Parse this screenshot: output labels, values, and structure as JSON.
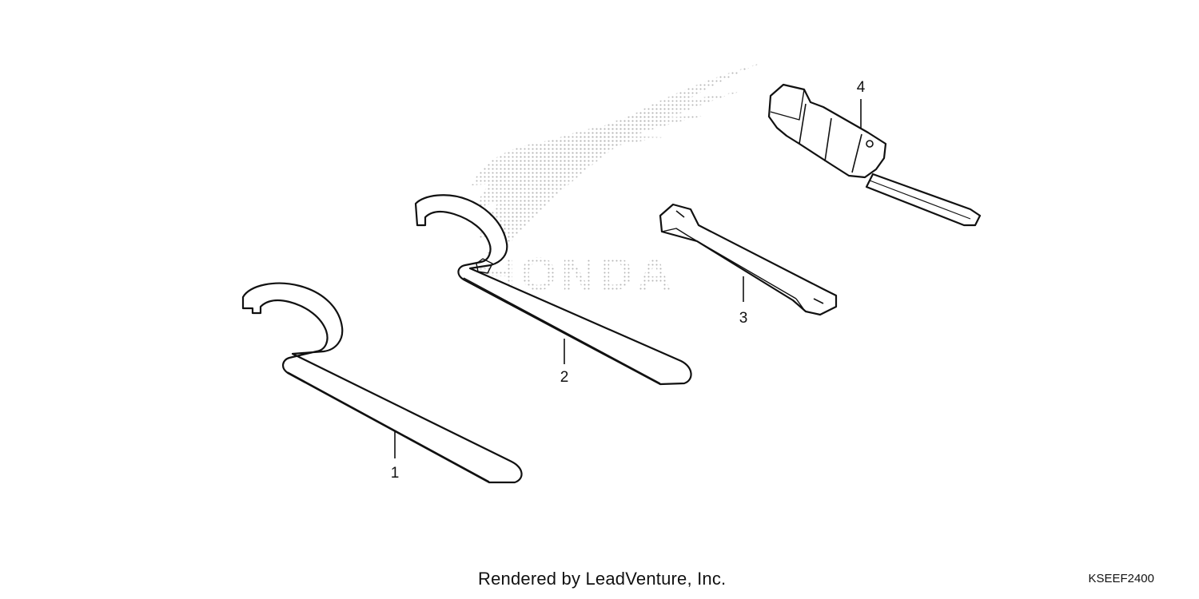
{
  "watermark": {
    "brand_text": "HONDA",
    "logo_icon": "honda-wing-logo"
  },
  "parts": [
    {
      "ref": "1",
      "icon": "hook-spanner-wrench-large"
    },
    {
      "ref": "2",
      "icon": "hook-spanner-wrench-small"
    },
    {
      "ref": "3",
      "icon": "double-end-box-wrench"
    },
    {
      "ref": "4",
      "icon": "spark-plug-socket-wrench"
    }
  ],
  "footer": {
    "credit": "Rendered by LeadVenture, Inc.",
    "diagram_code": "KSEEF2400"
  },
  "colors": {
    "line": "#111111",
    "watermark": "#b5b5b5",
    "background": "#ffffff"
  }
}
